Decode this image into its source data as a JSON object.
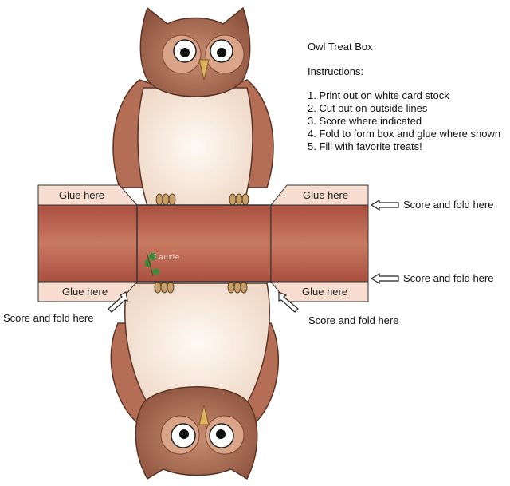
{
  "title": "Owl Treat Box",
  "instructions_heading": "Instructions:",
  "steps": [
    "1. Print out on white card stock",
    "2. Cut out on outside lines",
    "3. Score where indicated",
    "4. Fold to form box and glue where shown",
    "5.  Fill with favorite treats!"
  ],
  "glue_label": "Glue here",
  "score_fold_label": "Score and fold here",
  "artist_signature": "Laurie",
  "colors": {
    "feather_brown": "#a86a4f",
    "feather_light": "#c98e72",
    "belly_cream": "#f7ece1",
    "band_red": "#b45a47",
    "glue_tab": "#f6ddd0",
    "beak": "#e0b260",
    "leaf_green": "#3f8a3a",
    "arrow_outline": "#222222"
  }
}
